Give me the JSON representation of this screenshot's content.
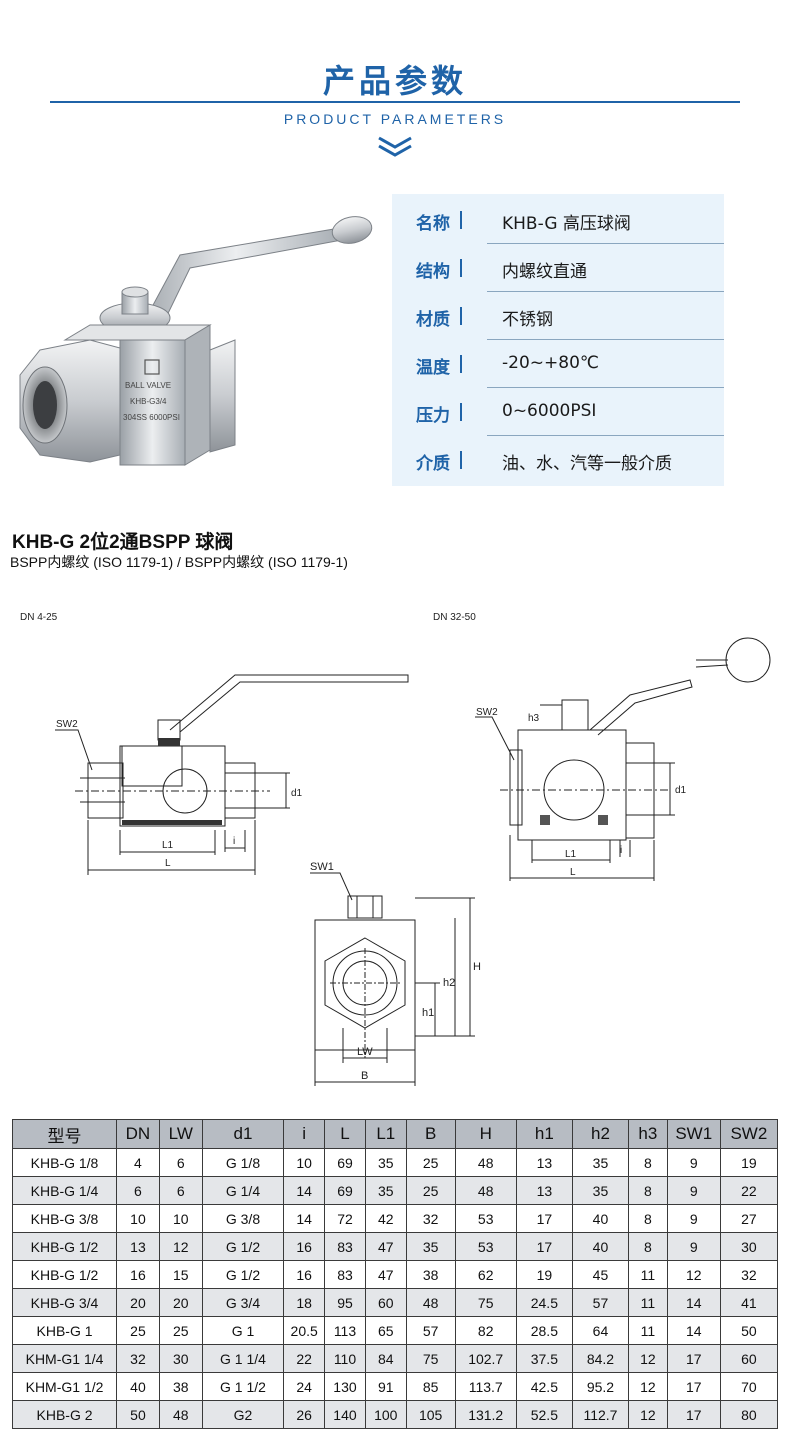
{
  "header": {
    "title": "产品参数",
    "subtitle": "PRODUCT PARAMETERS"
  },
  "product_image": {
    "body_text_1": "BALL VALVE",
    "body_text_2": "KHB-G3/4",
    "body_text_3": "304SS 6000PSI"
  },
  "params": [
    {
      "label": "名称",
      "value": "KHB-G 高压球阀"
    },
    {
      "label": "结构",
      "value": "内螺纹直通"
    },
    {
      "label": "材质",
      "value": "不锈钢"
    },
    {
      "label": "温度",
      "value": "-20~+80℃"
    },
    {
      "label": "压力",
      "value": "0~6000PSI"
    },
    {
      "label": "介质",
      "value": "油、水、汽等一般介质"
    }
  ],
  "section": {
    "title": "KHB-G   2位2通BSPP 球阀",
    "subtitle": "BSPP内螺纹 (ISO 1179-1) / BSPP内螺纹 (ISO 1179-1)"
  },
  "drawings": {
    "left_range": "DN 4-25",
    "right_range": "DN 32-50",
    "labels": {
      "sw1": "SW1",
      "sw2": "SW2",
      "d1": "d1",
      "l1": "L1",
      "l": "L",
      "i": "i",
      "h3": "h3",
      "h": "H",
      "h1": "h1",
      "h2": "h2",
      "lw": "LW",
      "b": "B"
    }
  },
  "table": {
    "headers": [
      "型号",
      "DN",
      "LW",
      "d1",
      "i",
      "L",
      "L1",
      "B",
      "H",
      "h1",
      "h2",
      "h3",
      "SW1",
      "SW2"
    ],
    "rows": [
      [
        "KHB-G 1/8",
        "4",
        "6",
        "G 1/8",
        "10",
        "69",
        "35",
        "25",
        "48",
        "13",
        "35",
        "8",
        "9",
        "19"
      ],
      [
        "KHB-G 1/4",
        "6",
        "6",
        "G 1/4",
        "14",
        "69",
        "35",
        "25",
        "48",
        "13",
        "35",
        "8",
        "9",
        "22"
      ],
      [
        "KHB-G 3/8",
        "10",
        "10",
        "G 3/8",
        "14",
        "72",
        "42",
        "32",
        "53",
        "17",
        "40",
        "8",
        "9",
        "27"
      ],
      [
        "KHB-G 1/2",
        "13",
        "12",
        "G 1/2",
        "16",
        "83",
        "47",
        "35",
        "53",
        "17",
        "40",
        "8",
        "9",
        "30"
      ],
      [
        "KHB-G 1/2",
        "16",
        "15",
        "G 1/2",
        "16",
        "83",
        "47",
        "38",
        "62",
        "19",
        "45",
        "11",
        "12",
        "32"
      ],
      [
        "KHB-G 3/4",
        "20",
        "20",
        "G 3/4",
        "18",
        "95",
        "60",
        "48",
        "75",
        "24.5",
        "57",
        "11",
        "14",
        "41"
      ],
      [
        "KHB-G 1",
        "25",
        "25",
        "G 1",
        "20.5",
        "113",
        "65",
        "57",
        "82",
        "28.5",
        "64",
        "11",
        "14",
        "50"
      ],
      [
        "KHM-G1 1/4",
        "32",
        "30",
        "G 1 1/4",
        "22",
        "110",
        "84",
        "75",
        "102.7",
        "37.5",
        "84.2",
        "12",
        "17",
        "60"
      ],
      [
        "KHM-G1 1/2",
        "40",
        "38",
        "G 1 1/2",
        "24",
        "130",
        "91",
        "85",
        "113.7",
        "42.5",
        "95.2",
        "12",
        "17",
        "70"
      ],
      [
        "KHB-G 2",
        "50",
        "48",
        "G2",
        "26",
        "140",
        "100",
        "105",
        "131.2",
        "52.5",
        "112.7",
        "12",
        "17",
        "80"
      ]
    ]
  },
  "colors": {
    "accent": "#1f63a8",
    "panel_bg": "#e9f3fb",
    "table_header_bg": "#b7bcc3",
    "table_alt_bg": "#e4e6e9"
  }
}
